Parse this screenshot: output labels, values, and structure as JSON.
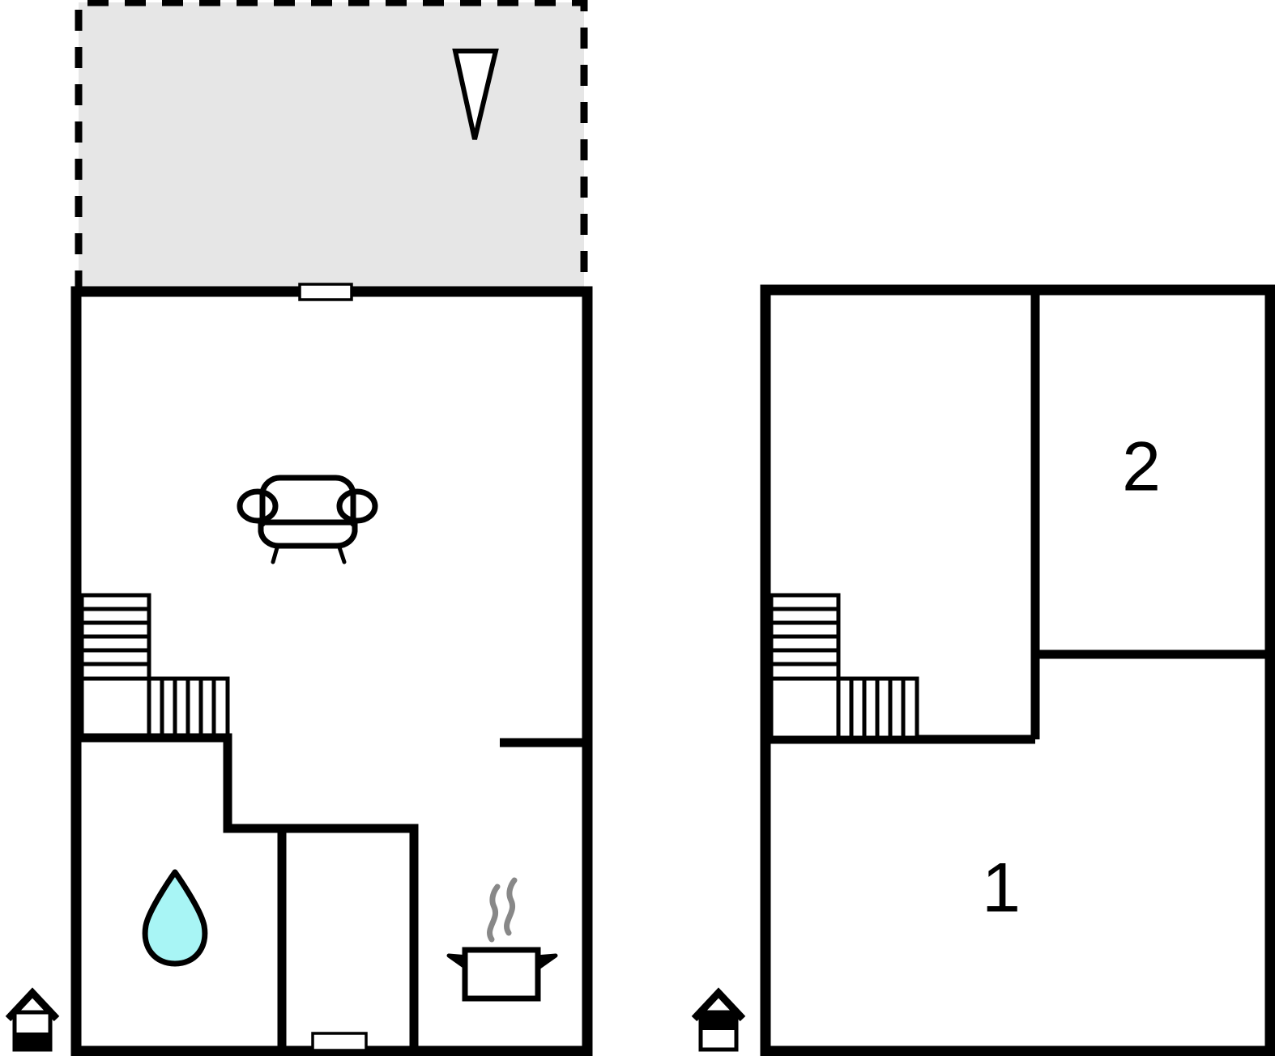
{
  "plan": {
    "type": "architectural-floor-plan",
    "title": "Two-level holiday home floor plan",
    "background_color": "#ffffff",
    "wall_color": "#000000",
    "terrace_fill": "#e6e6e6",
    "water_drop_color": "#a8f5f5",
    "steam_color": "#888888",
    "levels": [
      {
        "id": "ground-floor",
        "position": "left",
        "rooms": [
          {
            "name": "terrace",
            "label": "",
            "outline_style": "dashed",
            "fill": "#e6e6e6"
          },
          {
            "name": "living-room",
            "label": "",
            "symbols": [
              "sofa-icon",
              "staircase-icon"
            ]
          },
          {
            "name": "bathroom",
            "label": "",
            "symbols": [
              "water-drop-icon"
            ]
          },
          {
            "name": "hallway",
            "label": "",
            "symbols": []
          },
          {
            "name": "kitchen",
            "label": "",
            "symbols": [
              "cooking-pot-icon"
            ]
          }
        ],
        "openings": [
          {
            "name": "terrace-door",
            "position": "top-wall"
          },
          {
            "name": "entrance-door",
            "position": "bottom-wall"
          }
        ],
        "entrance_marker": {
          "name": "entrance-icon",
          "variant": "bottom-filled"
        }
      },
      {
        "id": "upper-floor",
        "position": "right",
        "rooms": [
          {
            "name": "bedroom-upper-left",
            "label": "",
            "symbols": [
              "staircase-icon"
            ]
          },
          {
            "name": "bedroom-2",
            "label": "2",
            "symbols": []
          },
          {
            "name": "bedroom-1",
            "label": "1",
            "symbols": []
          }
        ],
        "openings": [],
        "entrance_marker": {
          "name": "entrance-icon",
          "variant": "top-filled"
        }
      }
    ]
  },
  "labels": {
    "room_one": "1",
    "room_two": "2"
  },
  "icons": {
    "sofa": "sofa-icon",
    "staircase": "staircase-icon",
    "water_drop": "water-drop-icon",
    "cooking_pot": "cooking-pot-icon",
    "parasol": "parasol-icon",
    "entrance": "entrance-icon",
    "door": "door-opening"
  }
}
